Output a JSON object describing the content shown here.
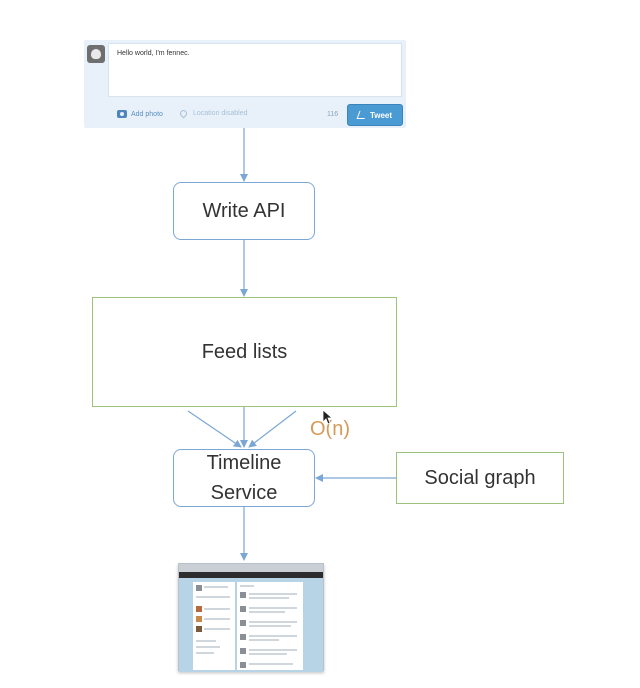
{
  "compose": {
    "text": "Hello world, I'm fennec.",
    "add_photo_label": "Add photo",
    "location_label": "Location disabled",
    "char_count": "116",
    "tweet_label": "Tweet"
  },
  "diagram": {
    "nodes": {
      "write_api": "Write API",
      "feed_lists": "Feed lists",
      "timeline_line1": "Timeline",
      "timeline_line2": "Service",
      "social_graph": "Social graph"
    },
    "complexity_label": "O(n)",
    "colors": {
      "service_border": "#7ba7d5",
      "store_border": "#9dc27a",
      "arrow": "#7ba7d5",
      "complexity": "#d59a57"
    }
  }
}
